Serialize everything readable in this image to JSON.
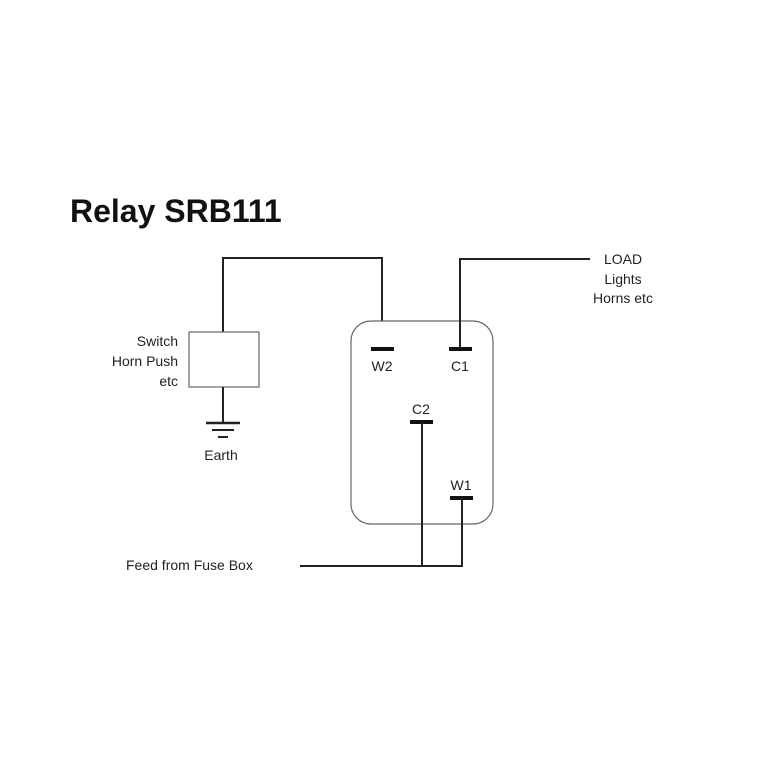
{
  "title": "Relay SRB111",
  "switch": {
    "label_lines": [
      "Switch",
      "Horn Push",
      "etc"
    ]
  },
  "earth": {
    "label": "Earth"
  },
  "load": {
    "label_lines": [
      "LOAD",
      "Lights",
      "Horns etc"
    ]
  },
  "relay": {
    "terminals": {
      "w2": "W2",
      "c1": "C1",
      "c2": "C2",
      "w1": "W1"
    }
  },
  "feed": {
    "label": "Feed from Fuse Box"
  }
}
